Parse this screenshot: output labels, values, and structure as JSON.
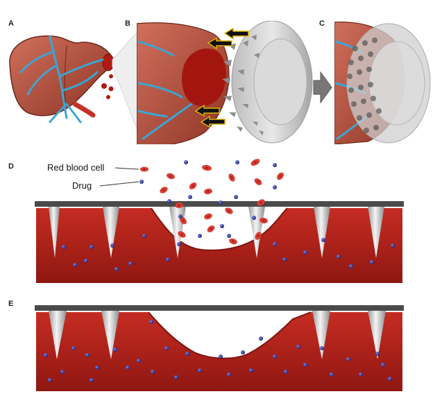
{
  "panels": {
    "a": "A",
    "b": "B",
    "c": "C",
    "d": "D",
    "e": "E"
  },
  "legend": {
    "rbc_label": "Red blood cell",
    "drug_label": "Drug"
  },
  "colors": {
    "tissue": "#b8231c",
    "tissue_dark": "#7e1410",
    "liver": "#b24c3c",
    "vessel": "#3aa6d4",
    "rbc": "#d6322a",
    "drug": "#2b2f9a",
    "needle": "#e4e4e4",
    "backing": "#4a4a4a",
    "arrow": "#111111",
    "arrow_outline": "#e0b400"
  }
}
